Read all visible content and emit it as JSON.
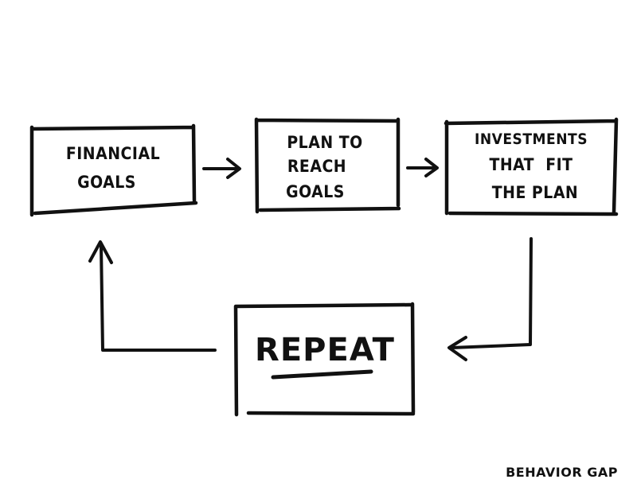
{
  "diagram": {
    "nodes": [
      {
        "id": "financial-goals",
        "lines": [
          "FINANCIAL",
          "GOALS"
        ]
      },
      {
        "id": "plan-to-reach-goals",
        "lines": [
          "PLAN TO",
          "REACH",
          "GOALS"
        ]
      },
      {
        "id": "investments",
        "lines": [
          "INVESTMENTS",
          "THAT  FIT",
          "THE PLAN"
        ]
      },
      {
        "id": "repeat",
        "lines": [
          "REPEAT"
        ]
      }
    ],
    "edges": [
      {
        "from": "financial-goals",
        "to": "plan-to-reach-goals"
      },
      {
        "from": "plan-to-reach-goals",
        "to": "investments"
      },
      {
        "from": "investments",
        "to": "repeat"
      },
      {
        "from": "repeat",
        "to": "financial-goals"
      }
    ]
  },
  "signature": "BEHAVIOR GAP"
}
